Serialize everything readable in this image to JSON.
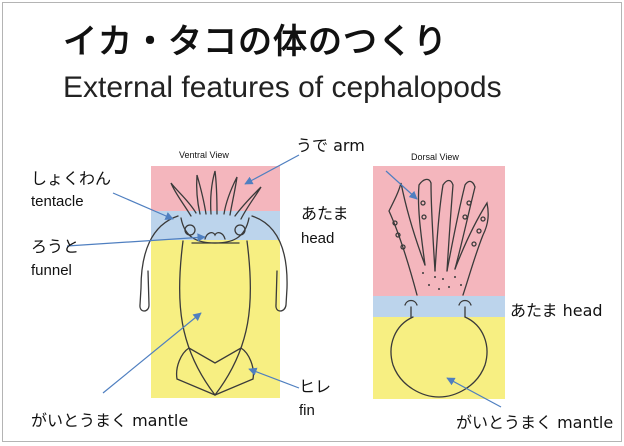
{
  "title": {
    "jp": "イカ・タコの体のつくり",
    "en": "External features of cephalopods"
  },
  "squid": {
    "view_label": "Ventral View",
    "labels": {
      "arm": "うで arm",
      "tentacle_jp": "しょくわん",
      "tentacle_en": "tentacle",
      "head_jp": "あたま",
      "head_en": "head",
      "funnel_jp": "ろうと",
      "funnel_en": "funnel",
      "fin_jp": "ヒレ",
      "fin_en": "fin",
      "mantle": "がいとうまく mantle"
    }
  },
  "octopus": {
    "view_label": "Dorsal View",
    "labels": {
      "head": "あたま head",
      "mantle": "がいとうまく mantle"
    }
  },
  "colors": {
    "arm_region": "#f4b6bd",
    "head_region": "#bcd4ec",
    "mantle_region": "#f7ef82",
    "arrow": "#4f7fc0",
    "outline": "#3a3a3a"
  }
}
